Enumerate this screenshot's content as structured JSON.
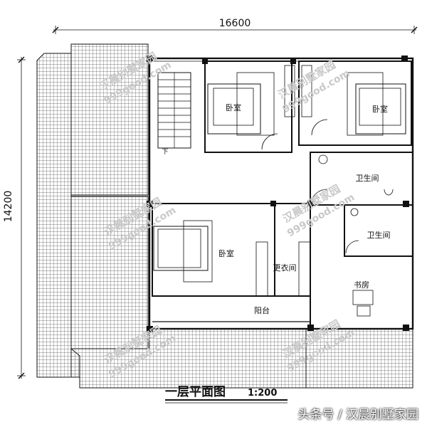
{
  "dimensions": {
    "width_label": "16600",
    "height_label": "14200"
  },
  "rooms": {
    "bedroom_top_left": "卧室",
    "bedroom_top_right": "卧室",
    "bathroom_1": "卫生间",
    "bathroom_2": "卫生间",
    "bedroom_master": "卧室",
    "closet": "更衣间",
    "study": "书房",
    "balcony": "阳台"
  },
  "stair_label": "下",
  "title": {
    "main": "一层平面图",
    "scale": "1:200"
  },
  "watermark": {
    "brand": "汉晨别墅家园",
    "site": "999good.com"
  },
  "footer": {
    "credit": "头条号 / 汉晨别墅家园"
  },
  "colors": {
    "line": "#111111",
    "hatch": "#555555",
    "watermark": "#c9c9c9"
  }
}
